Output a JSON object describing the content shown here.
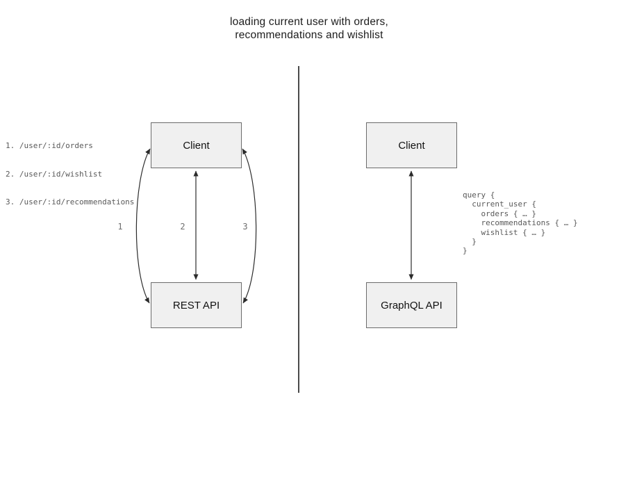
{
  "title": {
    "line1": "loading current user with orders,",
    "line2": "recommendations and wishlist"
  },
  "rest_panel": {
    "endpoints": [
      "1. /user/:id/orders",
      "2. /user/:id/wishlist",
      "3. /user/:id/recommendations"
    ],
    "client_label": "Client",
    "api_label": "REST API",
    "arrow_labels": [
      "1",
      "2",
      "3"
    ]
  },
  "graphql_panel": {
    "client_label": "Client",
    "api_label": "GraphQL API",
    "query_code": "query {\n  current_user {\n    orders { … }\n    recommendations { … }\n    wishlist { … }\n  }\n}"
  },
  "colors": {
    "box_fill": "#f0f0f0",
    "box_border": "#6b6b6b",
    "arrow_stroke": "#2b2b2b",
    "mono_text": "#595959",
    "title_text": "#1c1c1c",
    "divider": "#4a4a4a"
  }
}
